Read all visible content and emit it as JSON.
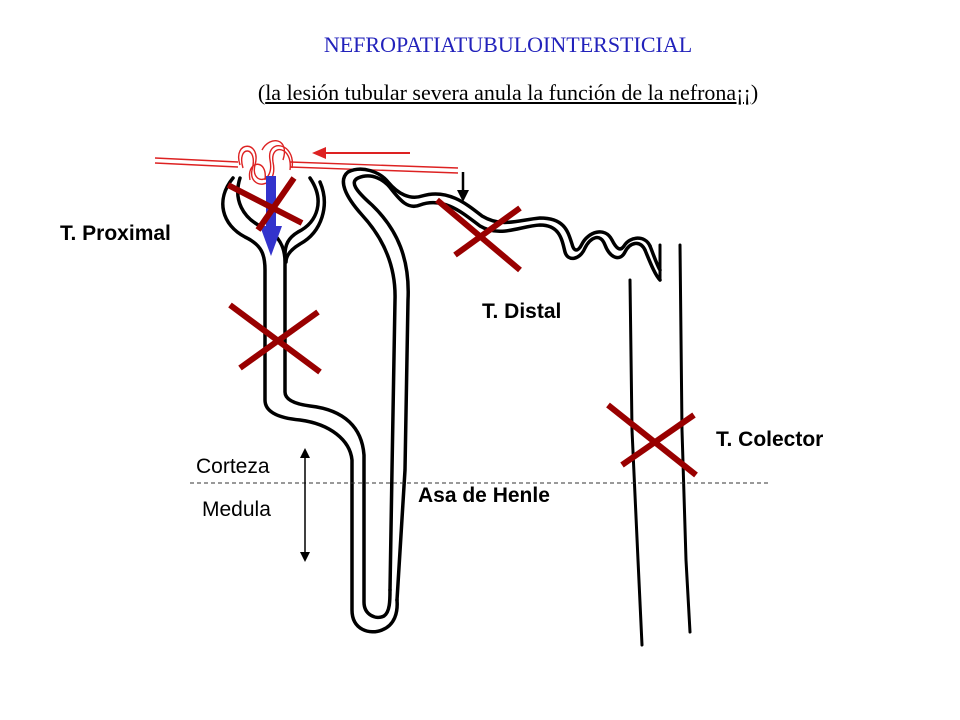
{
  "title": "NEFROPATIATUBULOINTERSTICIAL",
  "subtitle": {
    "open": "(",
    "text": "la lesión tubular severa anula la función de la nefrona¡¡",
    "close": ")"
  },
  "labels": {
    "proximal": "T. Proximal",
    "distal": "T. Distal",
    "colector": "T. Colector",
    "henle": "Asa de Henle",
    "corteza": "Corteza",
    "medula": "Medula"
  },
  "colors": {
    "title": "#2222bb",
    "cross": "#990000",
    "capillary": "#dd2222",
    "flow_arrow": "#3333cc",
    "outline": "#000000"
  },
  "icons": [
    "lesion-cross-icon",
    "flow-arrow-icon"
  ]
}
